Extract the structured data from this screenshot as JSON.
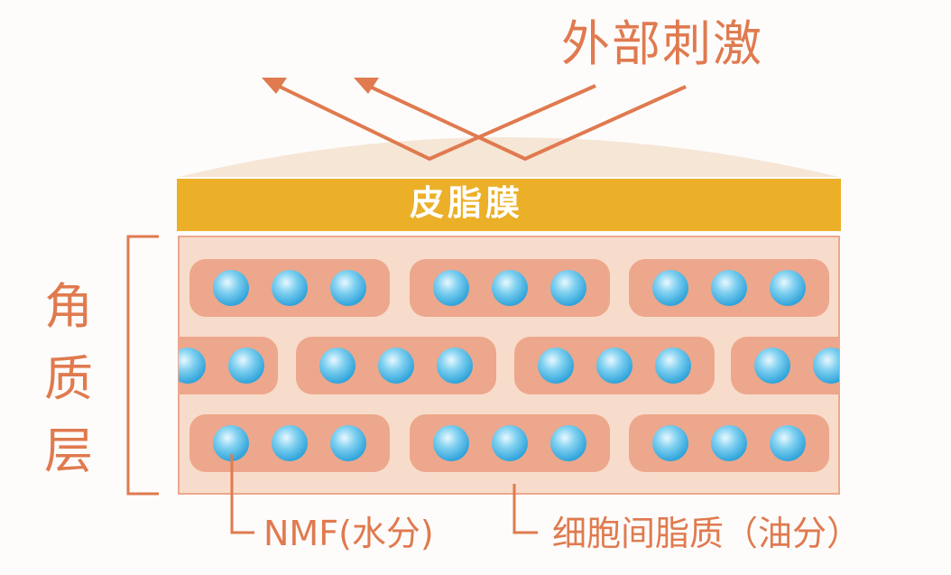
{
  "labels": {
    "external_stimulus": "外部刺激",
    "sebum_membrane": "皮脂膜",
    "stratum_corneum": "角质层",
    "nmf": "NMF(水分)",
    "intercellular_lipid": "细胞间脂质（油分）"
  },
  "colors": {
    "accent": "#e07a4f",
    "sebum_band": "#ebb028",
    "cell": "#eda78c",
    "lipid_bg": "#f8dccb",
    "surface_cap": "#f6e6d6",
    "nmf_dot": "#4ab8e6"
  }
}
